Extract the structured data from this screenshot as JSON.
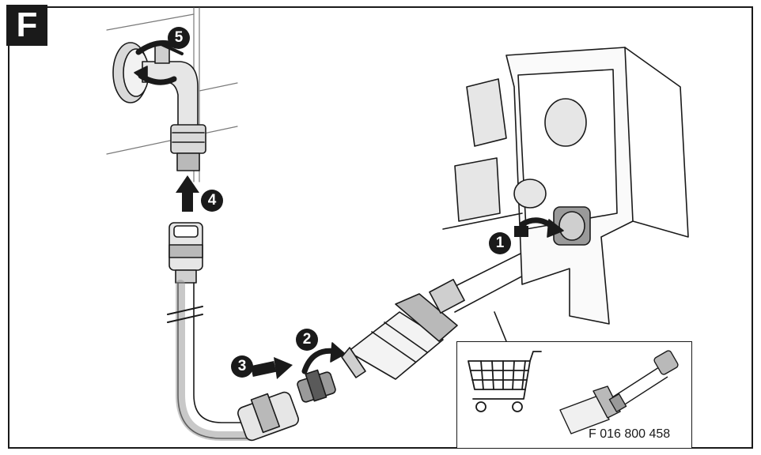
{
  "figure": {
    "label": "F"
  },
  "steps": [
    "1",
    "2",
    "3",
    "4",
    "5"
  ],
  "accessory": {
    "part_number": "F 016 800 458"
  },
  "icons": [
    "shopping-cart-icon",
    "push-arrow-icon",
    "rotate-arrow-icon"
  ],
  "colors": {
    "ink": "#1a1a1a",
    "grey_fill": "#b9b9b9",
    "light_fill": "#e6e6e6",
    "background": "#ffffff"
  }
}
